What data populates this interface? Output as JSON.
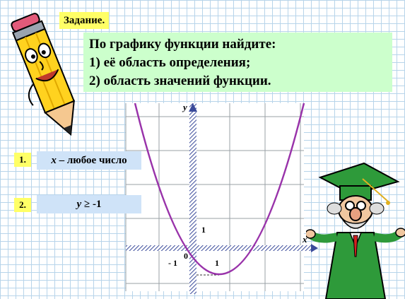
{
  "task": {
    "label": "Задание."
  },
  "question": {
    "heading": "По графику функции найдите:",
    "items": [
      "1)  её область определения;",
      "2)  область значений функции."
    ]
  },
  "answers": [
    {
      "number": "1.",
      "var": "x",
      "text": " – любое число"
    },
    {
      "number": "2.",
      "var": "y",
      "text": " ≥ -1"
    }
  ],
  "graph": {
    "x_axis_label": "x",
    "y_axis_label": "y",
    "tick_x_pos": "1",
    "tick_x_neg": "- 1",
    "tick_y_pos": "1",
    "origin": "0",
    "curve_color": "#9933aa"
  }
}
